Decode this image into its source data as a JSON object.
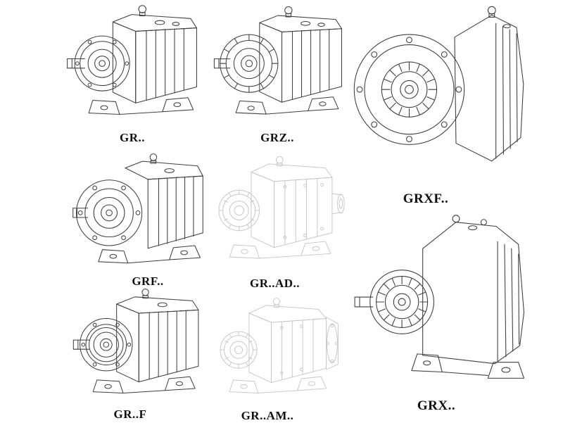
{
  "page": {
    "background": "#ffffff"
  },
  "colors": {
    "line": "#3f3f3f",
    "line_faded": "#c6c6c6",
    "text": "#0f0f0f"
  },
  "figures": [
    {
      "id": "gr",
      "label": "GR.."
    },
    {
      "id": "grz",
      "label": "GRZ.."
    },
    {
      "id": "grxf",
      "label": "GRXF.."
    },
    {
      "id": "grf",
      "label": "GRF.."
    },
    {
      "id": "gr-ad",
      "label": "GR..AD.."
    },
    {
      "id": "gr-f",
      "label": "GR..F"
    },
    {
      "id": "gr-am",
      "label": "GR..AM.."
    },
    {
      "id": "grx",
      "label": "GRX.."
    }
  ]
}
